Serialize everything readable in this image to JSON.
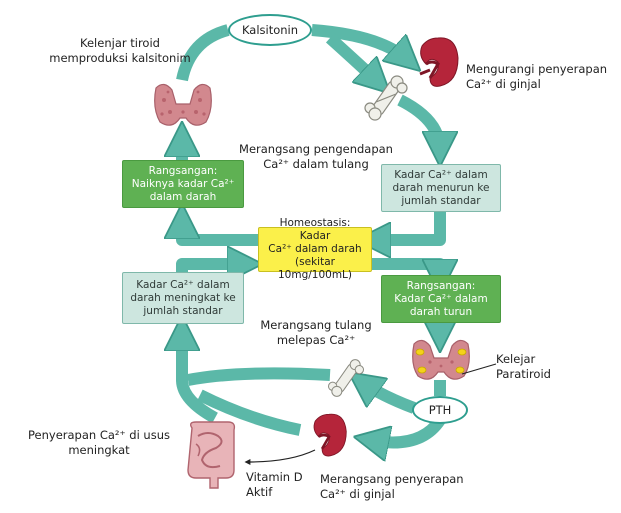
{
  "nodes": {
    "kalsitonin": "Kalsitonin",
    "pth": "PTH",
    "rangsangan_naik": "Rangsangan:\nNaiknya kadar Ca²⁺\ndalam darah",
    "kadar_menurun": "Kadar Ca²⁺ dalam\ndarah menurun ke\njumlah standar",
    "homeostasis": "Homeostasis: Kadar\nCa²⁺ dalam darah\n(sekitar 10mg/100mL)",
    "kadar_meningkat": "Kadar Ca²⁺ dalam\ndarah meningkat ke\njumlah standar",
    "rangsangan_turun": "Rangsangan:\nKadar Ca²⁺ dalam\ndarah turun"
  },
  "labels": {
    "kelenjar_tiroid": "Kelenjar tiroid\nmemproduksi kalsitonim",
    "mengurangi": "Mengurangi penyerapan\nCa²⁺ di ginjal",
    "merangsang_pengendapan": "Merangsang pengendapan\nCa²⁺ dalam tulang",
    "merangsang_tulang": "Merangsang tulang\nmelepas Ca²⁺",
    "kelejar_paratiroid": "Kelejar\nParatiroid",
    "penyerapan_usus": "Penyerapan Ca²⁺ di usus\nmeningkat",
    "vitamin_d": "Vitamin D\nAktif",
    "merangsang_penyerapan": "Merangsang penyerapan\nCa²⁺ di ginjal"
  },
  "colors": {
    "arrow": "#5bb8a8",
    "arrow_stroke": "#3a9888",
    "green_box": "#5fb153",
    "mint_box": "#cde6df",
    "yellow_box": "#fbf04a",
    "kidney": "#b5253a",
    "thyroid": "#d2888e"
  },
  "icons": [
    "thyroid-gland-icon",
    "kidney-icon",
    "bone-icon",
    "parathyroid-gland-icon",
    "intestine-icon"
  ]
}
